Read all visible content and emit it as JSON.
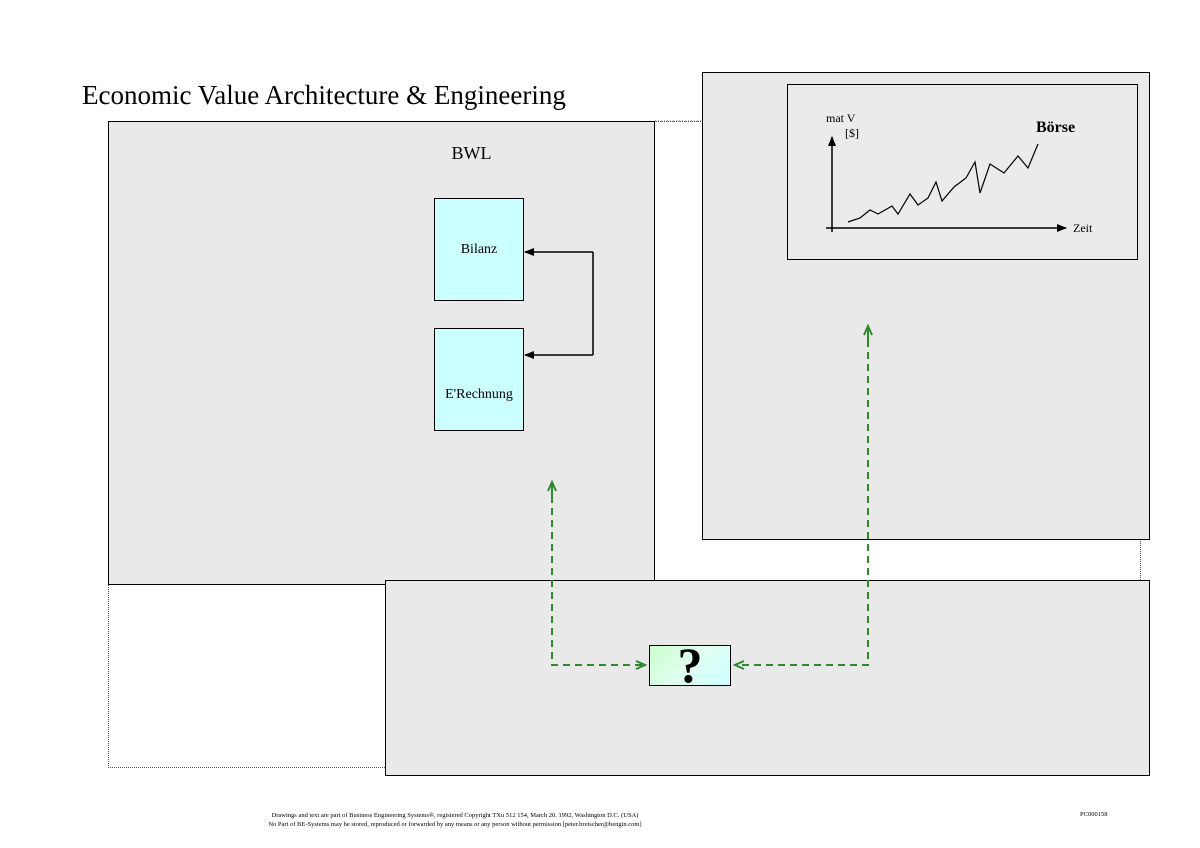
{
  "title": "Economic Value Architecture & Engineering",
  "bwl_panel": {
    "label": "BWL",
    "bilanz_label": "Bilanz",
    "erechnung_label": "E'Rechnung"
  },
  "market_panel": {
    "y_label_line1": "mat V",
    "y_label_line2": "[$]",
    "x_label": "Zeit",
    "chart_title": "Börse"
  },
  "question_box": {
    "symbol": "?"
  },
  "footer": {
    "line1": "Drawings and text are part of Business Engineering Systems®, registered Copyright TXu 512 154, March 20. 1992, Washington D.C. (USA)",
    "line2": "No Part of BE-Systems may be stored, reproduced or forwarded by any means or any person without permission [peter.bretscher@bengin.com]",
    "code": "PC000158"
  },
  "colors": {
    "panel": "#e9e9e9",
    "box_cyan": "#ccffff",
    "box_green": "#ccffcc",
    "dashed_arrow": "#2f8a2f"
  }
}
